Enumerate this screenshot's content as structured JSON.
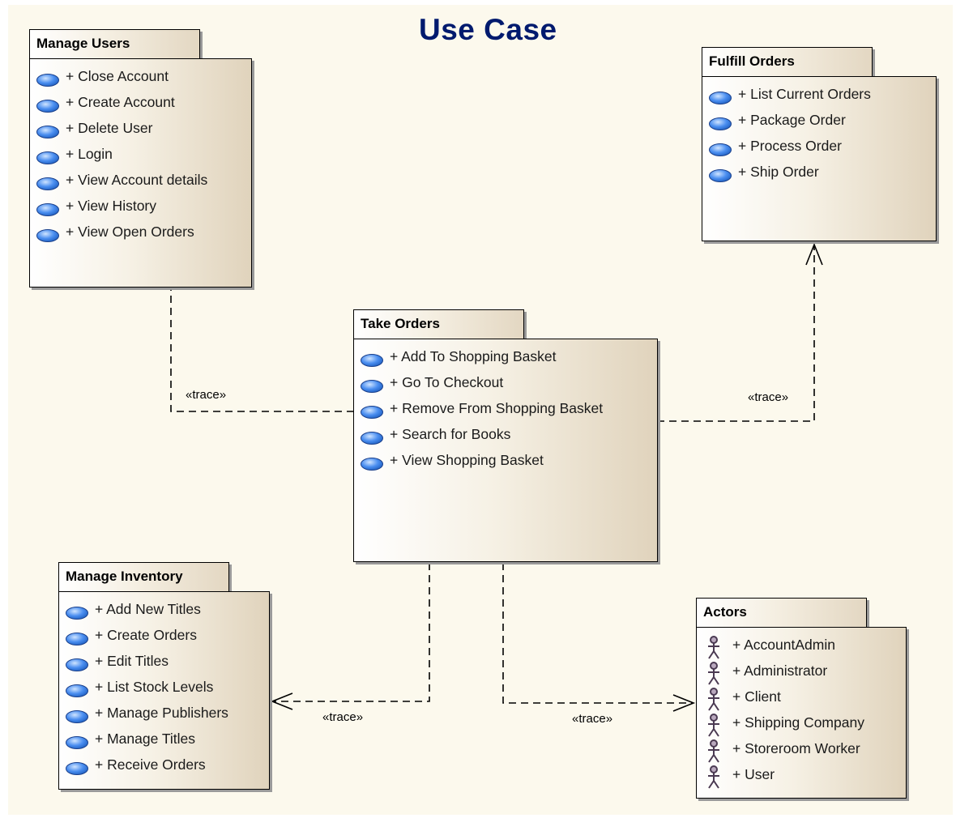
{
  "diagram": {
    "title": "Use Case"
  },
  "packages": {
    "manage_users": {
      "name": "Manage Users",
      "items": [
        "+ Close Account",
        "+ Create Account",
        "+ Delete User",
        "+ Login",
        "+ View Account details",
        "+ View History",
        "+ View Open Orders"
      ]
    },
    "fulfill_orders": {
      "name": "Fulfill Orders",
      "items": [
        "+ List Current Orders",
        "+ Package Order",
        "+ Process Order",
        "+ Ship Order"
      ]
    },
    "take_orders": {
      "name": "Take Orders",
      "items": [
        "+ Add To Shopping Basket",
        "+ Go To Checkout",
        "+ Remove From Shopping Basket",
        "+ Search for Books",
        "+ View Shopping Basket"
      ]
    },
    "manage_inventory": {
      "name": "Manage Inventory",
      "items": [
        "+ Add New Titles",
        "+ Create Orders",
        "+ Edit Titles",
        "+ List Stock Levels",
        "+ Manage Publishers",
        "+ Manage Titles",
        "+ Receive Orders"
      ]
    },
    "actors": {
      "name": "Actors",
      "items": [
        "+ AccountAdmin",
        "+ Administrator",
        "+ Client",
        "+ Shipping Company",
        "+ Storeroom Worker",
        "+ User"
      ]
    }
  },
  "relations": {
    "to_manage_users": "«trace»",
    "to_fulfill_orders": "«trace»",
    "to_manage_inventory": "«trace»",
    "to_actors": "«trace»"
  },
  "colors": {
    "title": "#001a6e",
    "package_fill_light": "#ffffff",
    "package_fill_dark": "#e0d3bc",
    "usecase_icon": "#3f86e6",
    "actor_icon": "#6b5a6e",
    "connector": "#000000"
  },
  "icons": {
    "use_case": "use-case-ellipse-icon",
    "actor": "actor-stick-figure-icon"
  }
}
